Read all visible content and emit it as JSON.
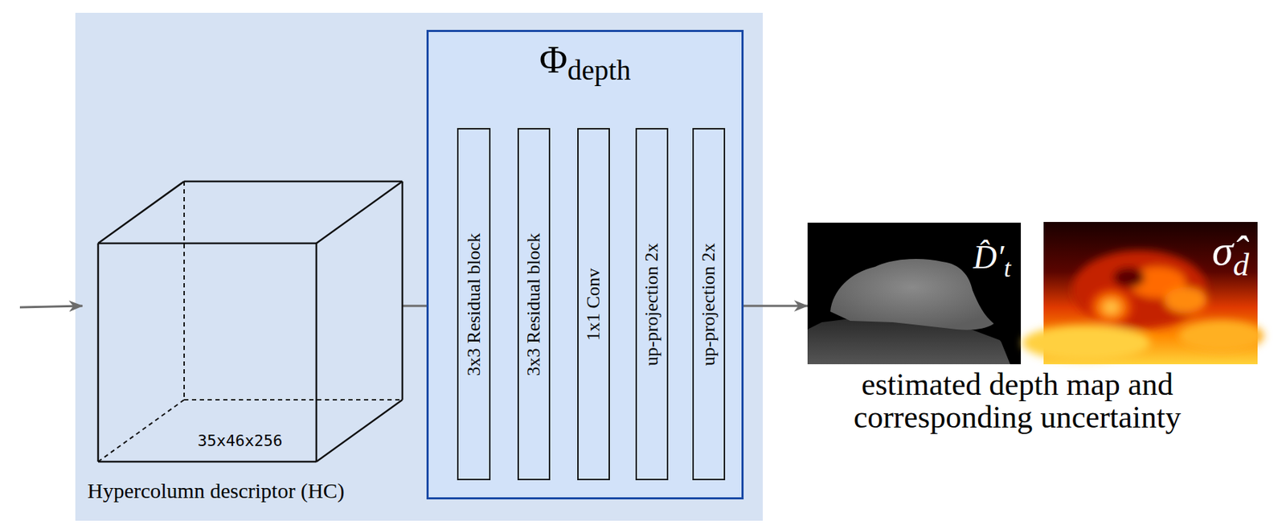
{
  "diagram": {
    "nodes": [
      {
        "text": [
          "35x46x256",
          "Hypercolumn descriptor (HC)"
        ]
      },
      {
        "text": [
          "Φ",
          "depth"
        ]
      },
      {
        "text": [
          "3x3 Residual block"
        ],
        "in": 1
      },
      {
        "text": [
          "3x3 Residual block"
        ],
        "in": 1
      },
      {
        "text": [
          "1x1 Conv"
        ],
        "in": 1
      },
      {
        "text": [
          "up-projection 2x"
        ],
        "in": 1
      },
      {
        "text": [
          "up-projection 2x"
        ],
        "in": 1
      },
      {
        "text": [
          "D̂′",
          "t"
        ]
      },
      {
        "text": [
          "σ̂",
          "d"
        ]
      }
    ],
    "edges": [
      {
        "from": 0,
        "to": 2,
        "arrow": "none"
      },
      {
        "from": 2,
        "to": 3,
        "arrow": "none"
      },
      {
        "from": 3,
        "to": 4,
        "arrow": "none"
      },
      {
        "from": 4,
        "to": 5,
        "arrow": "none"
      },
      {
        "from": 5,
        "to": 6,
        "arrow": "none"
      },
      {
        "from": 6,
        "to": 7,
        "arrow": "to"
      }
    ],
    "labels": [
      "estimated depth map and corresponding uncertainty"
    ]
  }
}
